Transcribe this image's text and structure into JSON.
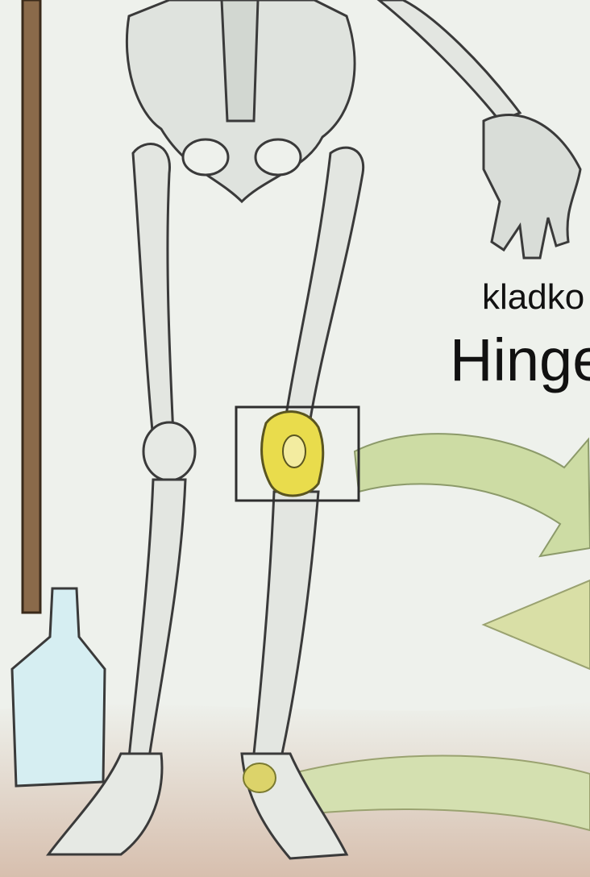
{
  "labels": {
    "czech_term": "kladko",
    "english_term": "Hinge"
  },
  "colors": {
    "background": "#eef1ec",
    "bone_fill": "#e8ebe6",
    "outline": "#3a3a3a",
    "joint_highlight": "#e6d84a",
    "arrow_green": "#c9d9a0",
    "ground": "#d9c2b0",
    "spade_blade": "#cfe9ee"
  },
  "icons": [
    "skeleton-illustration",
    "spade-icon",
    "arrow-icon"
  ]
}
